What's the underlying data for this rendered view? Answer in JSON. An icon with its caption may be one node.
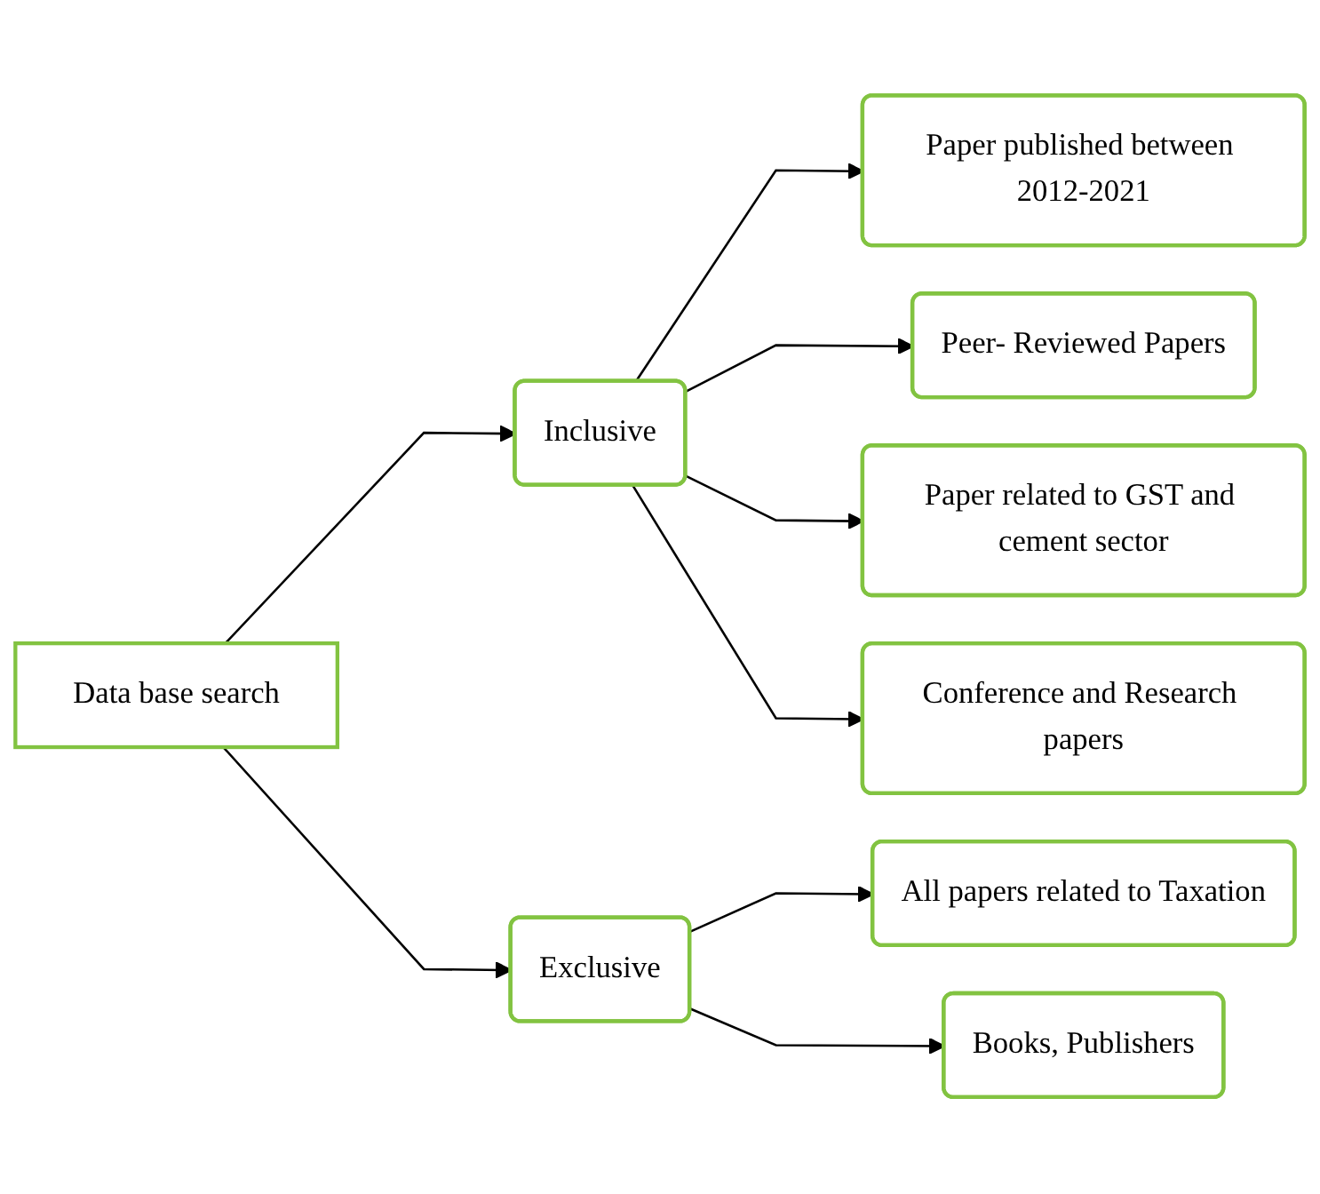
{
  "diagram": {
    "nodes": [
      {
        "text": [
          "Data base search"
        ]
      },
      {
        "text": [
          "Inclusive"
        ]
      },
      {
        "text": [
          "Exclusive"
        ]
      },
      {
        "text": [
          "Paper published between 2012-2021"
        ]
      },
      {
        "text": [
          "Peer- Reviewed Papers"
        ]
      },
      {
        "text": [
          "Paper related to GST and cement sector"
        ]
      },
      {
        "text": [
          "Conference and Research papers"
        ]
      },
      {
        "text": [
          "All papers related to Taxation"
        ]
      },
      {
        "text": [
          "Books, Publishers"
        ]
      }
    ],
    "edges": [
      {
        "from": 0,
        "to": 1,
        "arrow": "to"
      },
      {
        "from": 0,
        "to": 2,
        "arrow": "to"
      },
      {
        "from": 1,
        "to": 3,
        "arrow": "to"
      },
      {
        "from": 1,
        "to": 4,
        "arrow": "to"
      },
      {
        "from": 1,
        "to": 5,
        "arrow": "to"
      },
      {
        "from": 1,
        "to": 6,
        "arrow": "to"
      },
      {
        "from": 2,
        "to": 7,
        "arrow": "to"
      },
      {
        "from": 2,
        "to": 8,
        "arrow": "to"
      }
    ]
  }
}
